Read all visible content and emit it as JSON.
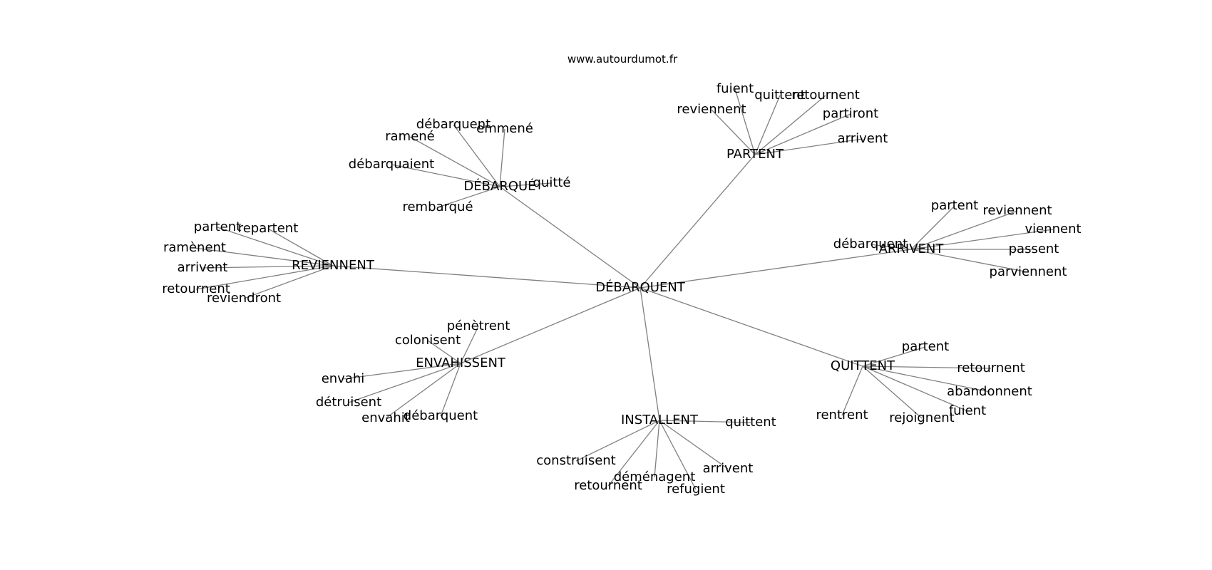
{
  "site": "www.autourdumot.fr",
  "center": "DÉBARQUENT",
  "edge_color": "#808080",
  "text_color": "#000000",
  "clusters": [
    {
      "id": "partent",
      "label": "PARTENT",
      "leaves": [
        "fuient",
        "quittent",
        "retournent",
        "reviennent",
        "partiront",
        "arrivent"
      ]
    },
    {
      "id": "debarque",
      "label": "DÉBARQUÉ",
      "leaves": [
        "débarquent",
        "emmené",
        "ramené",
        "débarquaient",
        "quitté",
        "rembarqué"
      ]
    },
    {
      "id": "reviennent",
      "label": "REVIENNENT",
      "leaves": [
        "partent",
        "repartent",
        "ramènent",
        "arrivent",
        "retournent",
        "reviendront"
      ]
    },
    {
      "id": "arrivent",
      "label": "ARRIVENT",
      "leaves": [
        "partent",
        "reviennent",
        "viennent",
        "débarquent",
        "passent",
        "parviennent"
      ]
    },
    {
      "id": "envahissent",
      "label": "ENVAHISSENT",
      "leaves": [
        "pénètrent",
        "colonisent",
        "envahi",
        "détruisent",
        "envahit",
        "débarquent"
      ]
    },
    {
      "id": "quittent",
      "label": "QUITTENT",
      "leaves": [
        "partent",
        "retournent",
        "abandonnent",
        "fuient",
        "rentrent",
        "rejoignent"
      ]
    },
    {
      "id": "installent",
      "label": "INSTALLENT",
      "leaves": [
        "quittent",
        "construisent",
        "déménagent",
        "arrivent",
        "retournent",
        "refugient"
      ]
    }
  ]
}
